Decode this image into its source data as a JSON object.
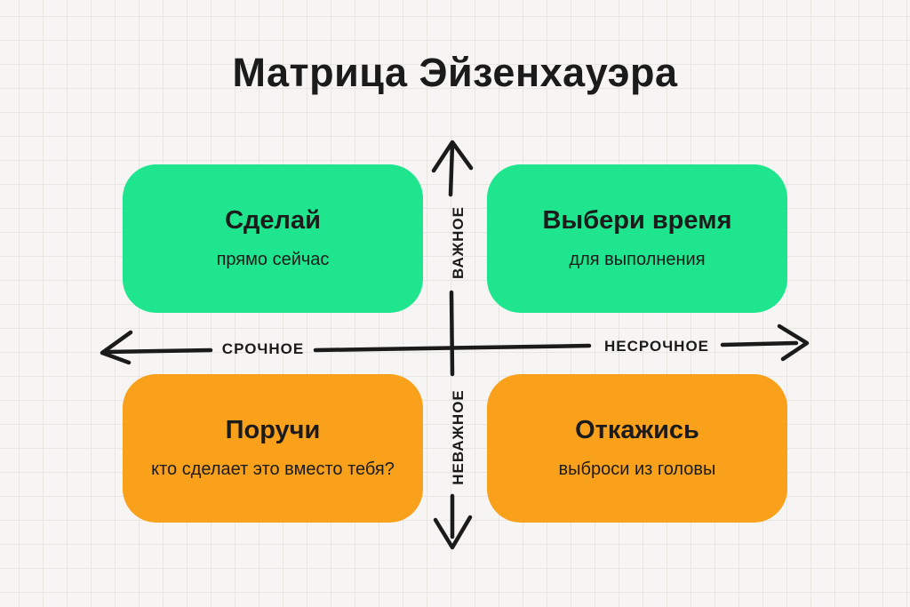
{
  "title": "Матрица Эйзенхауэра",
  "colors": {
    "green": "#1fe68e",
    "orange": "#faa11c",
    "ink": "#1b1b1b",
    "paper": "#f6f5f3",
    "grid_line": "#e8e6e1"
  },
  "axes": {
    "vertical_top_label": "ВАЖНОЕ",
    "vertical_bottom_label": "НЕВАЖНОЕ",
    "horizontal_left_label": "СРОЧНОЕ",
    "horizontal_right_label": "НЕСРОЧНОЕ"
  },
  "quadrants": [
    {
      "title": "Сделай",
      "subtitle": "прямо сейчас",
      "color": "green"
    },
    {
      "title": "Выбери время",
      "subtitle": "для выполнения",
      "color": "green"
    },
    {
      "title": "Поручи",
      "subtitle": "кто сделает это вместо тебя?",
      "color": "orange"
    },
    {
      "title": "Откажись",
      "subtitle": "выброси из головы",
      "color": "orange"
    }
  ]
}
